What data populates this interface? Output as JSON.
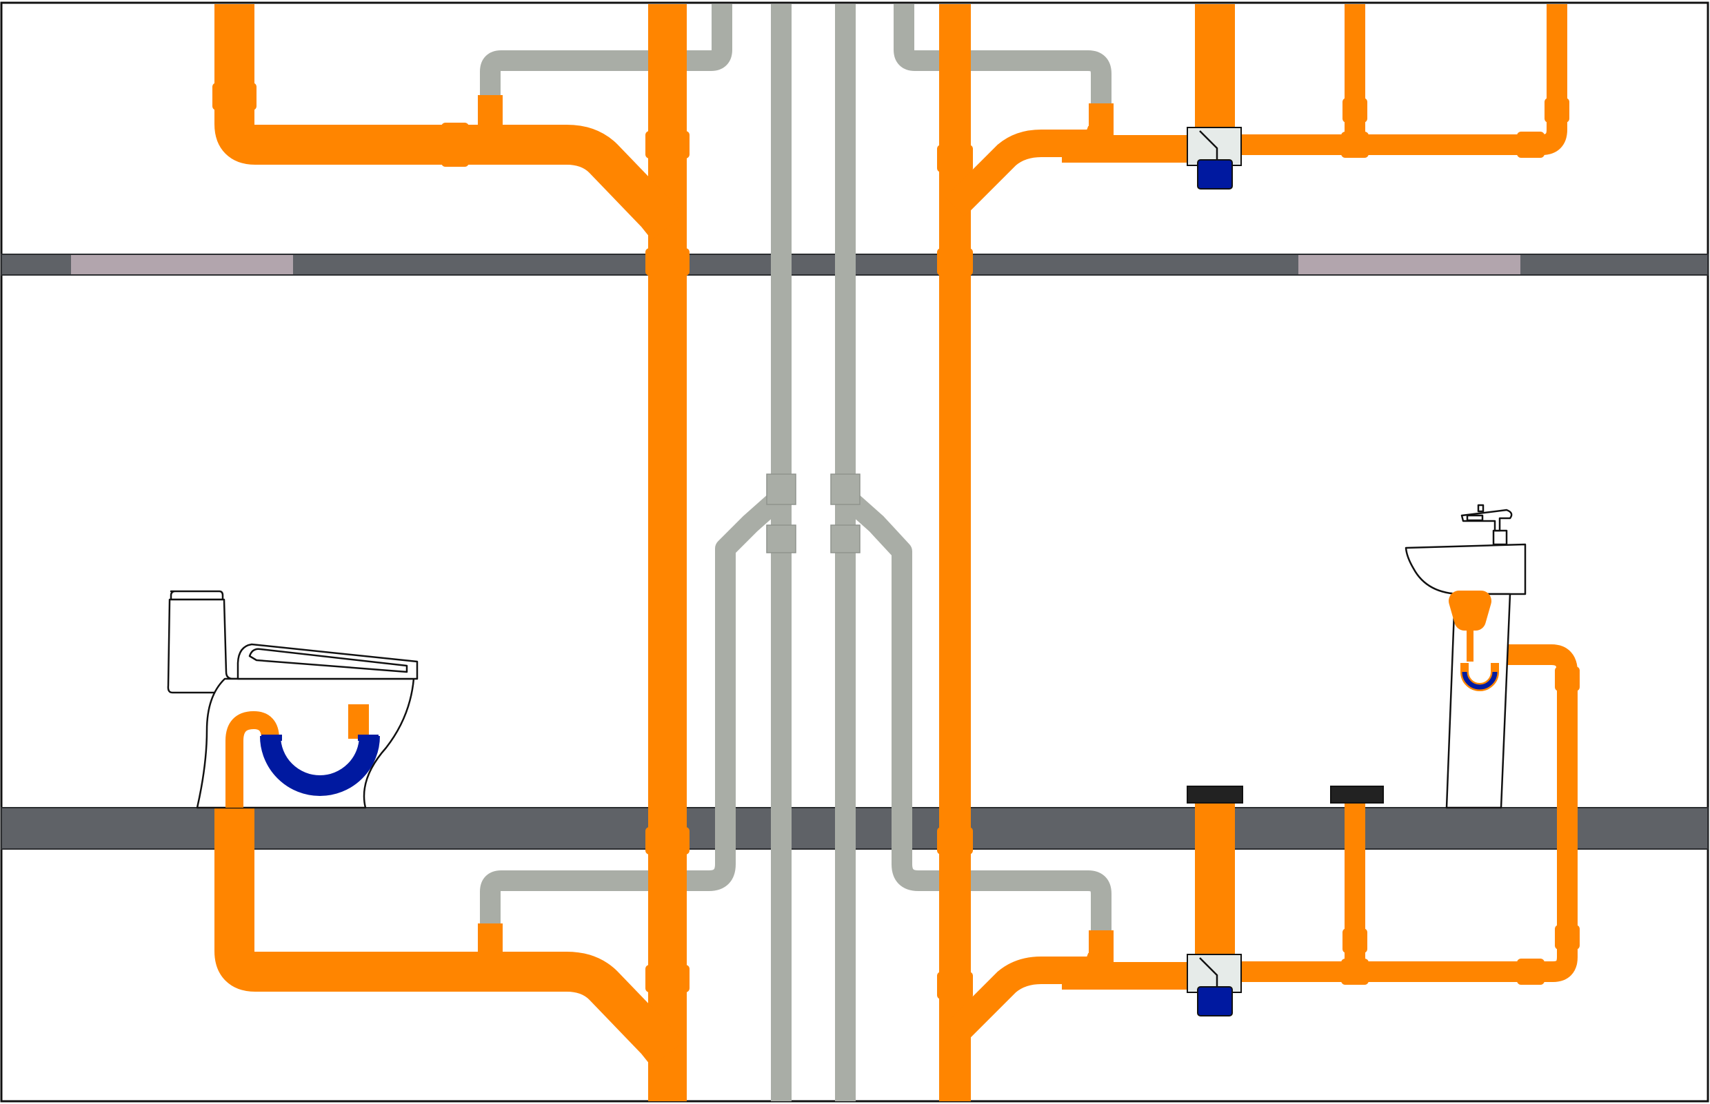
{
  "colors": {
    "background": "#ffffff",
    "floor_slab": "#5f6267",
    "floor_opening": "#b2a5ad",
    "drain_pipe": "#ff8500",
    "vent_pipe": "#a9ada6",
    "vent_pipe_outline": "#8f938d",
    "trap_water": "#0019a0",
    "trap_body": "#e6ebe9",
    "floor_drain_cap": "#222222",
    "outline": "#111111"
  },
  "structure": {
    "upper_floor_slab": "floor-slab",
    "lower_floor_slab": "floor-slab",
    "slab_openings": 2
  },
  "fixtures": {
    "toilet": {
      "icon": "toilet-icon",
      "trap_water_level": 0.5
    },
    "washbasin": {
      "icon": "washbasin-icon",
      "trap_water_level": 0.5
    },
    "floor_drains": {
      "icon": "floor-drain-icon",
      "count": 2
    },
    "water_traps": {
      "icon": "bottle-trap-icon",
      "count": 2
    }
  },
  "pipes": {
    "drain_stacks": 2,
    "vent_stacks": 2,
    "vent_branches": 4
  }
}
